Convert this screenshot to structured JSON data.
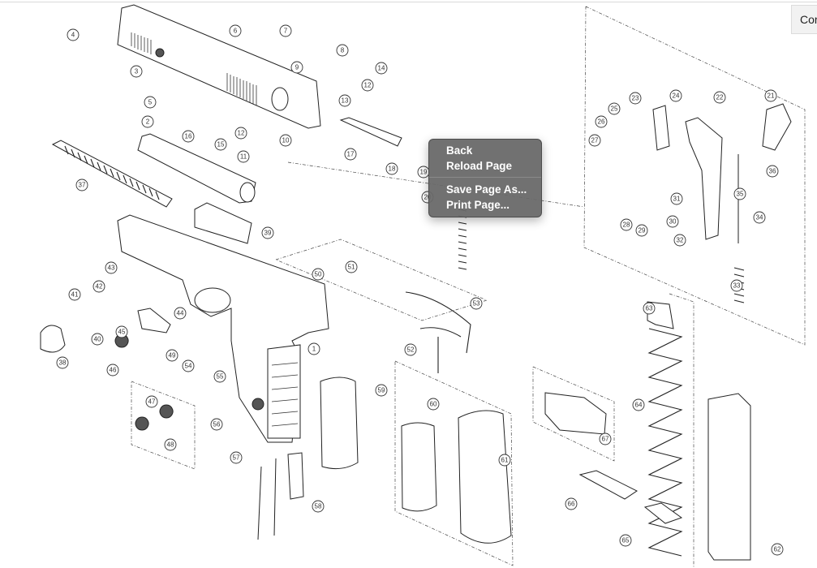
{
  "page": {
    "corner_button_label": "Cor"
  },
  "context_menu": {
    "groups": [
      [
        {
          "label": "Back"
        },
        {
          "label": "Reload Page"
        }
      ],
      [
        {
          "label": "Save Page As..."
        },
        {
          "label": "Print Page..."
        }
      ]
    ]
  },
  "diagram": {
    "type": "exploded parts diagram",
    "callouts": [
      "1",
      "2",
      "3",
      "4",
      "5",
      "6",
      "7",
      "8",
      "9",
      "10",
      "11",
      "12",
      "12",
      "13",
      "14",
      "15",
      "16",
      "17",
      "18",
      "19",
      "20",
      "21",
      "22",
      "23",
      "24",
      "25",
      "26",
      "27",
      "28",
      "29",
      "30",
      "31",
      "32",
      "33",
      "34",
      "35",
      "36",
      "37",
      "38",
      "39",
      "40",
      "41",
      "42",
      "43",
      "44",
      "45",
      "46",
      "47",
      "48",
      "49",
      "50",
      "51",
      "52",
      "53",
      "54",
      "55",
      "56",
      "57",
      "58",
      "59",
      "60",
      "61",
      "62",
      "63",
      "64",
      "65",
      "66",
      "67"
    ]
  }
}
